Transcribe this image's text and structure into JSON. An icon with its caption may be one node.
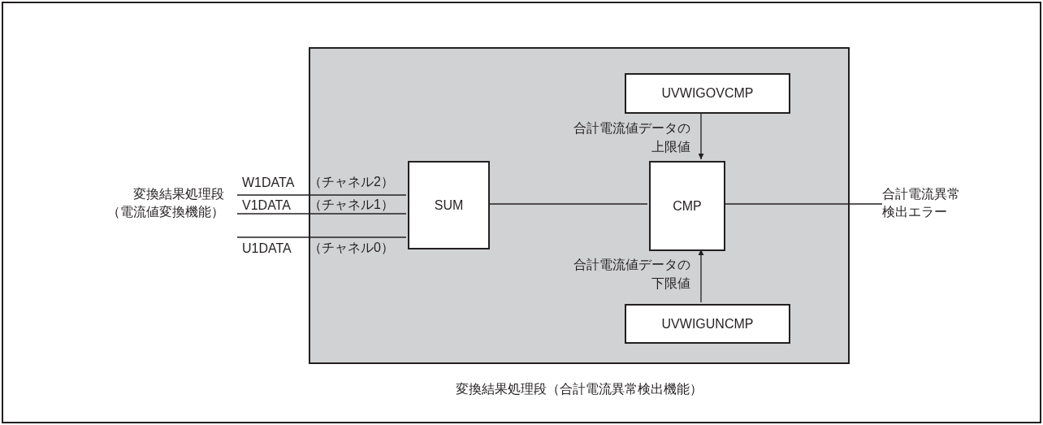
{
  "diagram": {
    "nodes": [
      {
        "text": [
          "変換結果処理段（合計電流異常検出機能）"
        ]
      },
      {
        "text": [
          "SUM"
        ],
        "in": 0
      },
      {
        "text": [
          "CMP"
        ],
        "in": 0
      },
      {
        "text": [
          "UVWIGOVCMP"
        ],
        "in": 0
      },
      {
        "text": [
          "UVWIGUNCMP"
        ],
        "in": 0
      },
      {
        "text": [
          "変換結果処理段",
          "（電流値変換機能）"
        ]
      },
      {
        "text": [
          "合計電流異常検出エラー"
        ]
      }
    ],
    "edges": [
      {
        "from": 5,
        "to": 1,
        "arrow": "none",
        "label": "W1DATA"
      },
      {
        "from": 5,
        "to": 1,
        "arrow": "none",
        "label": "V1DATA"
      },
      {
        "from": 5,
        "to": 1,
        "arrow": "none",
        "label": "U1DATA"
      },
      {
        "from": 1,
        "to": 2,
        "arrow": "none"
      },
      {
        "from": 2,
        "to": 6,
        "arrow": "none"
      },
      {
        "from": 3,
        "to": 2,
        "arrow": "to",
        "label": "合計電流値データの上限値"
      },
      {
        "from": 4,
        "to": 2,
        "arrow": "to",
        "label": "合計電流値データの下限値"
      }
    ],
    "labels": [
      "（チャネル2）",
      "（チャネル1）",
      "（チャネル0）"
    ]
  }
}
